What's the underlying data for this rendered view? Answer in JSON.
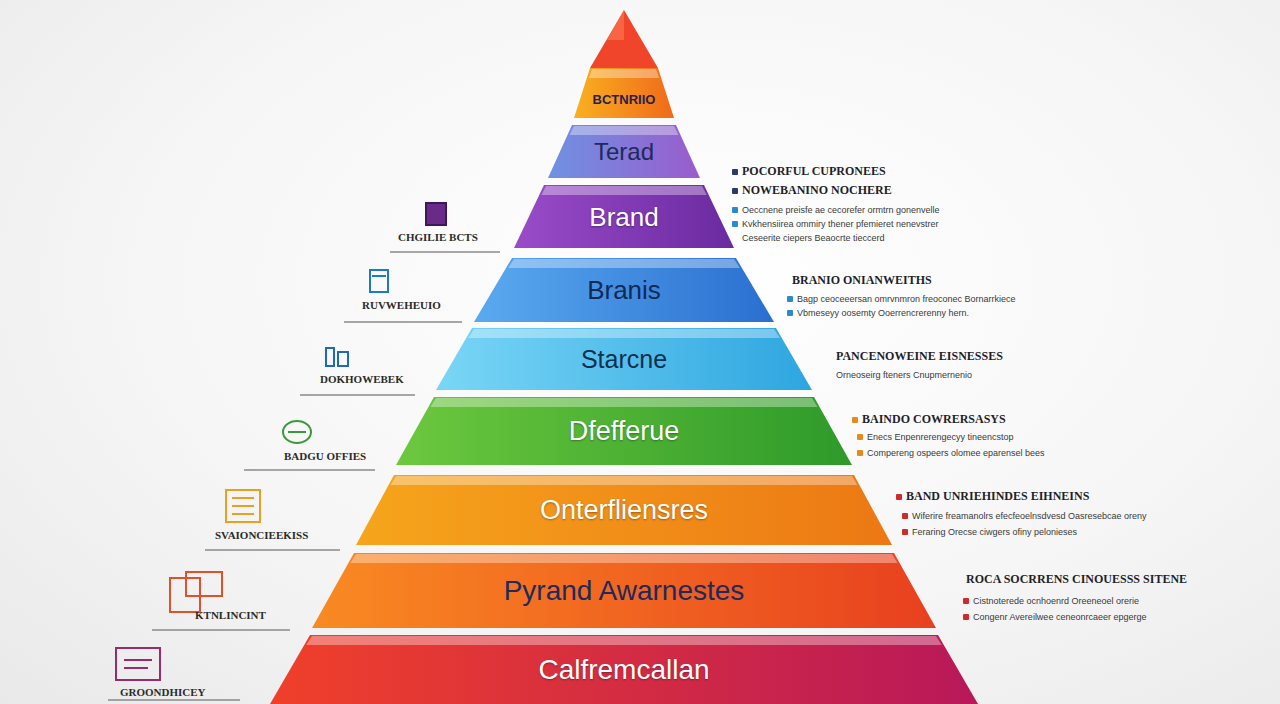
{
  "diagram": {
    "nodes": [
      {
        "text": [
          "BCTNRIIO"
        ]
      },
      {
        "text": [
          "Terad"
        ]
      },
      {
        "text": [
          "Brand"
        ]
      },
      {
        "text": [
          "Branis"
        ]
      },
      {
        "text": [
          "Starcne"
        ]
      },
      {
        "text": [
          "Dfefferue"
        ]
      },
      {
        "text": [
          "Onterfliensres"
        ]
      },
      {
        "text": [
          "Pyrand Awarnestes"
        ]
      },
      {
        "text": [
          "Calfremcallan"
        ]
      }
    ],
    "labels": [
      "CHGILIE BCTS",
      "RUVWEHEUIO",
      "DOKHOWEBEK",
      "BADGU OFFIES",
      "SVAIONCIEEKISS",
      "KTNLINCINT",
      "GROONDHICEY",
      "POCORFUL CUPRONEES",
      "NOWEBANINO NOCHERE",
      "Oeccnene preisfe ae cecorefer ormtrn gonenvelle",
      "Kvkhensiirea ommiry thener pfemieret nenevstrer",
      "Ceseerite ciepers Beaocrte tieccerd",
      "BRANIO ONIANWEITHS",
      "Bagp ceoceeersan omrvnmron freoconec Bornarrkiece",
      "Vbmeseyy oosemty Ooerrencrerenny hern.",
      "PANCENOWEINE EISNESSES",
      "Orneoseirg fteners Cnupmernenio",
      "BAINDO COWRERSASYS",
      "Enecs Enpenrerengecyy tineencstop",
      "Compereng ospeers olomee eparensel bees",
      "BAND UNRIEHINDES EIHNEINS",
      "Wiferire freamanolrs efecfeoelnsdvesd Oasresebcae oreny",
      "Feraring Orecse ciwgers ofiny pelonieses",
      "ROCA SOCRRENS CINOUESSS SITENE",
      "Cistnoterede ocnhoenrd Oreeneoel orerie",
      "Congenr Avereilwee ceneonrcaeer epgerge"
    ]
  }
}
